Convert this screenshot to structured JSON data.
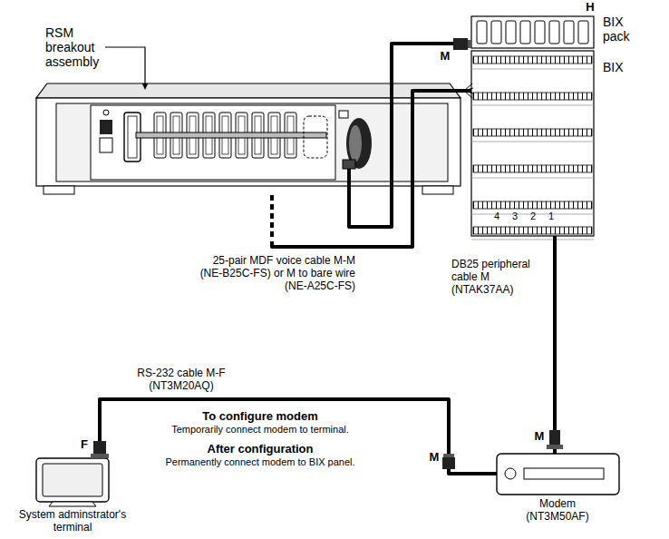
{
  "diagram": {
    "nodes": [
      {
        "text": [
          "RSM breakout assembly"
        ]
      },
      {
        "text": [
          "BIX pack"
        ]
      },
      {
        "text": [
          "BIX"
        ]
      },
      {
        "text": [
          "System adminstrator's terminal"
        ]
      },
      {
        "text": [
          "Modem (NT3M50AF)"
        ]
      }
    ],
    "edges": [
      {
        "from": 0,
        "to": 1,
        "arrow": "none",
        "label": "25-pair MDF voice cable M-M (NE-B25C-FS) or M to bare wire (NE-A25C-FS)"
      },
      {
        "from": 0,
        "to": 2,
        "arrow": "none"
      },
      {
        "from": 2,
        "to": 4,
        "arrow": "none",
        "label": "DB25 peripheral cable M (NTAK37AA)"
      },
      {
        "from": 3,
        "to": 4,
        "arrow": "none",
        "label": "RS-232 cable M-F (NT3M20AQ)"
      }
    ],
    "labels": [
      "H",
      "M",
      "4",
      "3",
      "2",
      "1",
      "F",
      "M",
      "To configure modem",
      "Temporarily connect modem to terminal.",
      "After configuration",
      "Permanently connect modem to BIX panel.",
      "M"
    ]
  }
}
